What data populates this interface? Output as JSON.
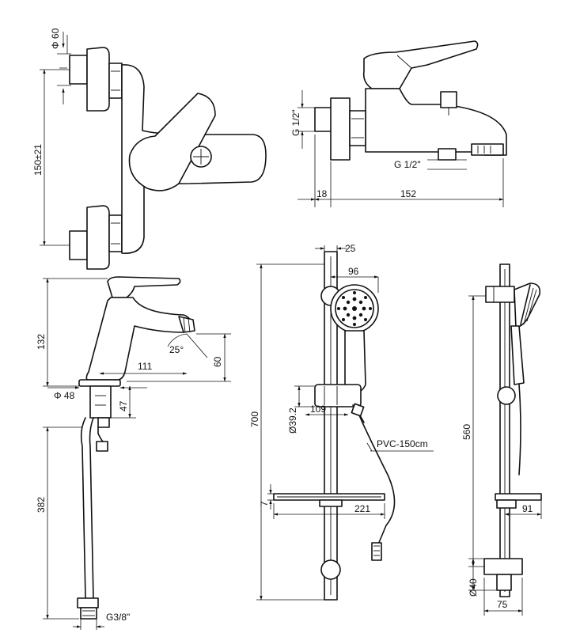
{
  "views": {
    "bath_mixer_front": {
      "dim_diameter": "Φ 60",
      "dim_height": "150±21"
    },
    "bath_mixer_side": {
      "dim_inlet_thread": "G 1/2\"",
      "dim_outlet_thread": "G 1/2\"",
      "dim_depth": "18",
      "dim_length": "152"
    },
    "basin_mixer": {
      "dim_height": "132",
      "dim_angle": "25°",
      "dim_reach": "111",
      "dim_spout_height": "60",
      "dim_base_diameter": "Φ 48",
      "dim_thread_length": "47",
      "dim_hose_length": "382",
      "dim_hose_thread": "G3/8\""
    },
    "shower_set_front": {
      "dim_rail_width": "25",
      "dim_head_diameter": "96",
      "dim_total_height": "700",
      "dim_holder_diameter": "Ø39.2",
      "dim_holder_depth": "109",
      "hose_label": "PVC-150cm",
      "dim_shelf_thickness": "7",
      "dim_shelf_width": "221"
    },
    "shower_set_side": {
      "dim_slide_travel": "560",
      "dim_shelf_depth": "91",
      "dim_bracket_diameter": "Ø40",
      "dim_projection": "75"
    }
  }
}
